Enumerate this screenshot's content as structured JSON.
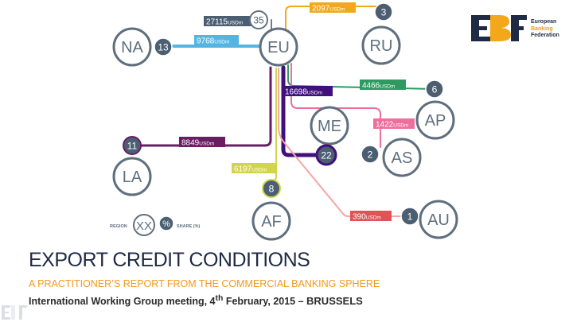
{
  "regions": {
    "eu": "EU",
    "na": "NA",
    "ru": "RU",
    "me": "ME",
    "ap": "AP",
    "as": "AS",
    "la": "LA",
    "af": "AF",
    "au": "AU"
  },
  "shares": {
    "eu": "35",
    "na": "13",
    "ru": "3",
    "ap": "6",
    "as": "2",
    "la": "11",
    "af": "8",
    "au": "1",
    "me": "22"
  },
  "flows": {
    "eu_total": "27115",
    "na": "9768",
    "ru": "2097",
    "ap": "4466",
    "as": "1422",
    "me": "16698",
    "la": "8849",
    "af": "6197",
    "au": "390",
    "unit": "USDm"
  },
  "legend": {
    "region": "REGION",
    "region_example": "XX",
    "share_example": "%",
    "share": "SHARE (%)"
  },
  "logo": {
    "line1": "European",
    "line2": "Banking",
    "line3": "Federation"
  },
  "title": "EXPORT CREDIT CONDITIONS",
  "subtitle": "A PRACTITIONER’S REPORT FROM THE COMMERCIAL BANKING SPHERE",
  "meeting": {
    "prefix": "International Working Group meeting, 4",
    "sup": "th",
    "suffix": " February, 2015 – ",
    "city": "BRUSSELS"
  },
  "colors": {
    "navy": "#1f2a44",
    "slate": "#5f6f7e",
    "grey": "#7a7a7a",
    "orange": "#f3a81c",
    "blue": "#55b5e2",
    "green": "#2e9a62",
    "pink": "#ef6e9c",
    "purple": "#40117a",
    "violet": "#6a1d63",
    "yellow": "#d2d54b",
    "salmon": "#f07a7a",
    "red": "#e05357",
    "slateBlue": "#4c5f72"
  }
}
